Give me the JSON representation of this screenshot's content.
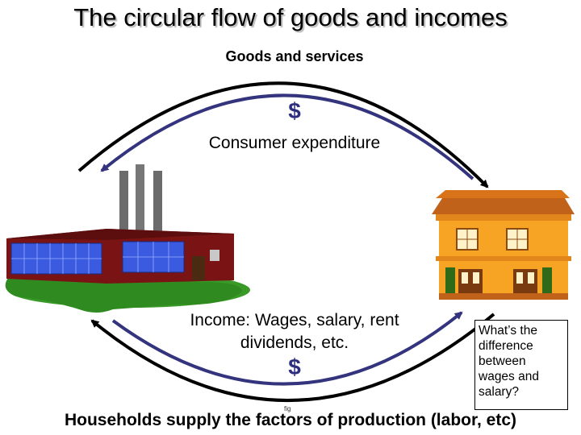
{
  "title": "The circular flow of goods and incomes",
  "goods_label": "Goods and services",
  "top_dollar": "$",
  "consumer_expenditure": "Consumer expenditure",
  "income_label": "Income: Wages, salary, rent dividends, etc.",
  "bottom_dollar": "$",
  "fig_note": "fig",
  "callout_text": "What’s the difference between wages and salary?",
  "bottom_caption": "Households supply the factors of production (labor, etc)",
  "colors": {
    "flow_blue": "#34347e",
    "flow_black": "#000000",
    "factory_wall": "#7a1414",
    "factory_window": "#3a5ae0",
    "house_orange": "#f7a324",
    "grass": "#3a9a28"
  }
}
